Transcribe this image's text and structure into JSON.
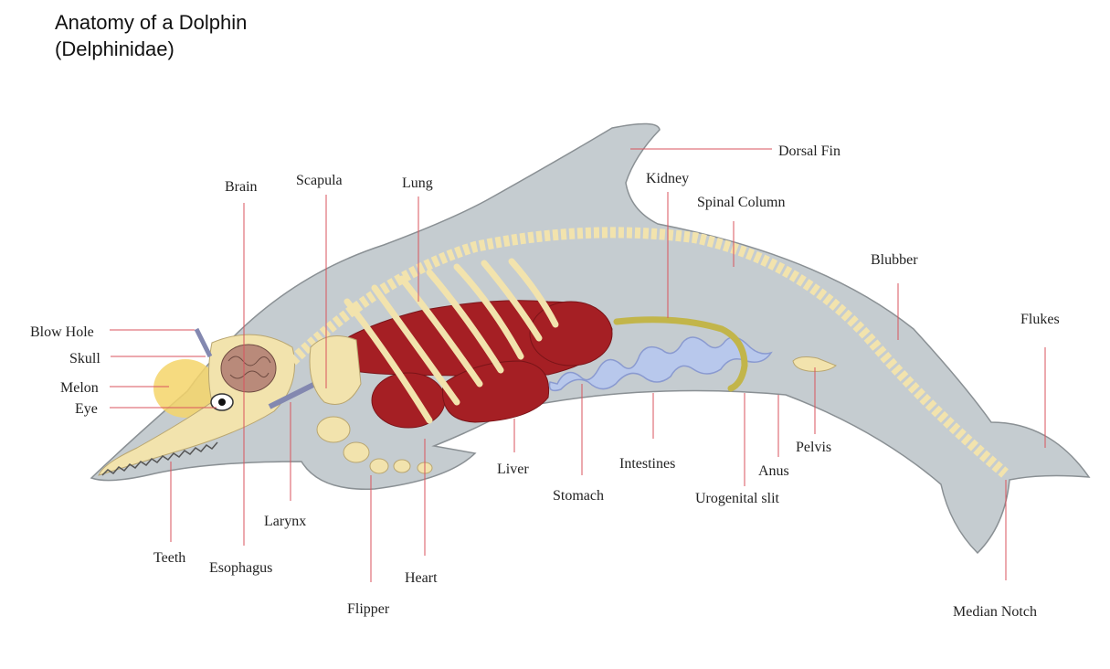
{
  "title": {
    "line1": "Anatomy of a Dolphin",
    "line2": "(Delphinidae)"
  },
  "labels": {
    "dorsal_fin": "Dorsal Fin",
    "kidney": "Kidney",
    "spinal_column": "Spinal Column",
    "blubber": "Blubber",
    "flukes": "Flukes",
    "brain": "Brain",
    "scapula": "Scapula",
    "lung": "Lung",
    "blow_hole": "Blow Hole",
    "skull": "Skull",
    "melon": "Melon",
    "eye": "Eye",
    "teeth": "Teeth",
    "esophagus": "Esophagus",
    "larynx": "Larynx",
    "flipper": "Flipper",
    "heart": "Heart",
    "liver": "Liver",
    "stomach": "Stomach",
    "intestines": "Intestines",
    "urogenital_slit": "Urogenital slit",
    "anus": "Anus",
    "pelvis": "Pelvis",
    "median_notch": "Median Notch"
  },
  "colors": {
    "body": "#c5ccd0",
    "outline": "#8a9094",
    "bone": "#f2e3ad",
    "organ": "#a51f24",
    "organ_dark": "#7a1418",
    "intestine": "#b8c8ec",
    "melon": "#f5d56a",
    "brain": "#b98a7a",
    "kidney": "#c2b54a",
    "leader_line": "#d9535d"
  }
}
